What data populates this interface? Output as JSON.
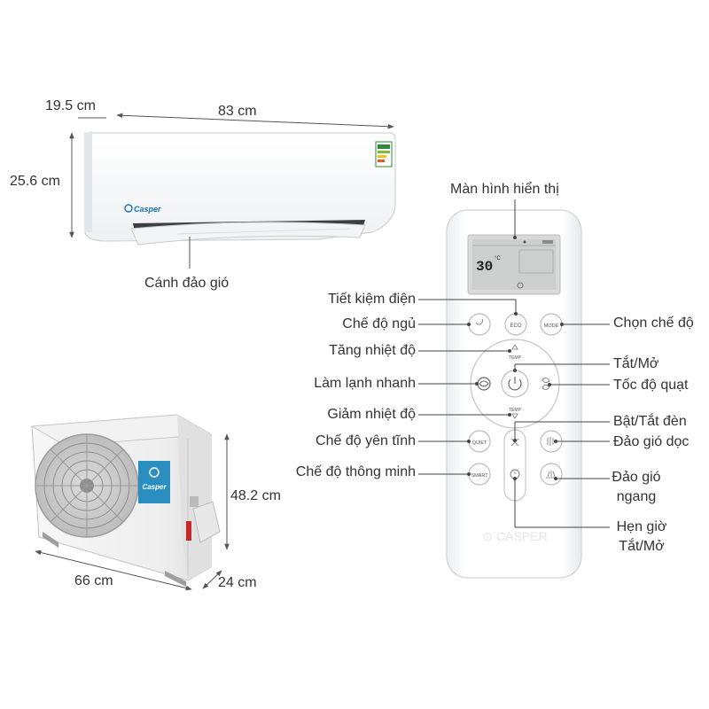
{
  "dimensions": {
    "indoor_depth": "19.5 cm",
    "indoor_width": "83 cm",
    "indoor_height": "25.6 cm",
    "outdoor_height": "48.2 cm",
    "outdoor_width": "66 cm",
    "outdoor_depth": "24 cm"
  },
  "indoor_unit": {
    "brand": "Casper",
    "louver_label": "Cánh đảo gió"
  },
  "outdoor_unit": {
    "brand": "Casper"
  },
  "remote": {
    "display_label": "Màn hình hiển thị",
    "display_temp": "30",
    "display_unit": "°C",
    "buttons": {
      "eco": "ECO",
      "mode": "MODE",
      "temp_up": "TEMP",
      "temp_down": "TEMP",
      "quiet": "QUIET",
      "smart": "SMART"
    },
    "labels_left": {
      "eco": "Tiết kiệm điện",
      "sleep": "Chế độ ngủ",
      "temp_up": "Tăng nhiệt độ",
      "turbo": "Làm lạnh nhanh",
      "temp_down": "Giảm nhiệt độ",
      "quiet": "Chế độ yên tĩnh",
      "smart": "Chế độ thông minh"
    },
    "labels_right": {
      "mode": "Chọn chế độ",
      "power": "Tắt/Mở",
      "fan_speed": "Tốc độ quạt",
      "light": "Bật/Tắt đèn",
      "swing_vertical": "Đảo gió dọc",
      "swing_horizontal_line1": "Đảo gió",
      "swing_horizontal_line2": "ngang",
      "timer_line1": "Hẹn giờ",
      "timer_line2": "Tắt/Mở"
    }
  }
}
